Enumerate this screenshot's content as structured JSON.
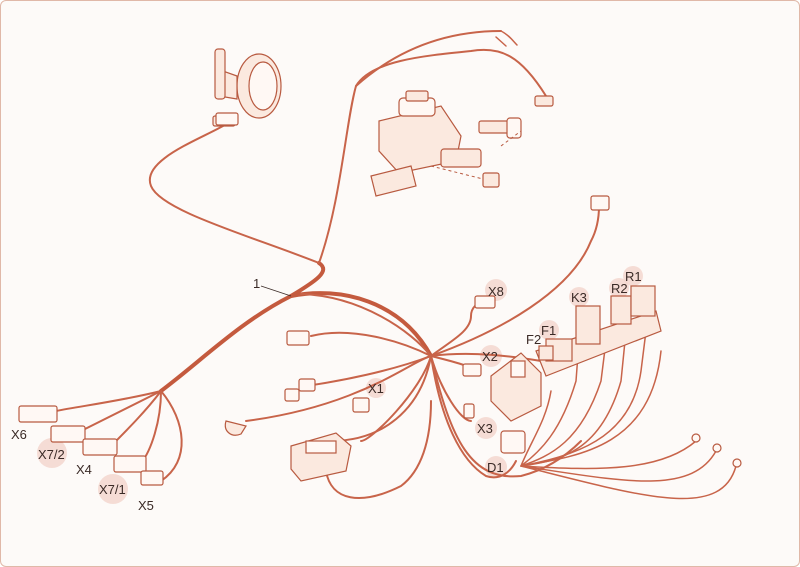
{
  "colors": {
    "line": "#c8644a",
    "part_fill": "#fbe9df",
    "label": "#3a2a26",
    "halo": "#f2d4cc"
  },
  "labels": {
    "harness": "1",
    "x1": "X1",
    "x2": "X2",
    "x3": "X3",
    "x4": "X4",
    "x5": "X5",
    "x6": "X6",
    "x7_1": "X7/1",
    "x7_2": "X7/2",
    "x8": "X8",
    "d1": "D1",
    "f1": "F1",
    "f2": "F2",
    "k3": "K3",
    "r1": "R1",
    "r2": "R2"
  }
}
